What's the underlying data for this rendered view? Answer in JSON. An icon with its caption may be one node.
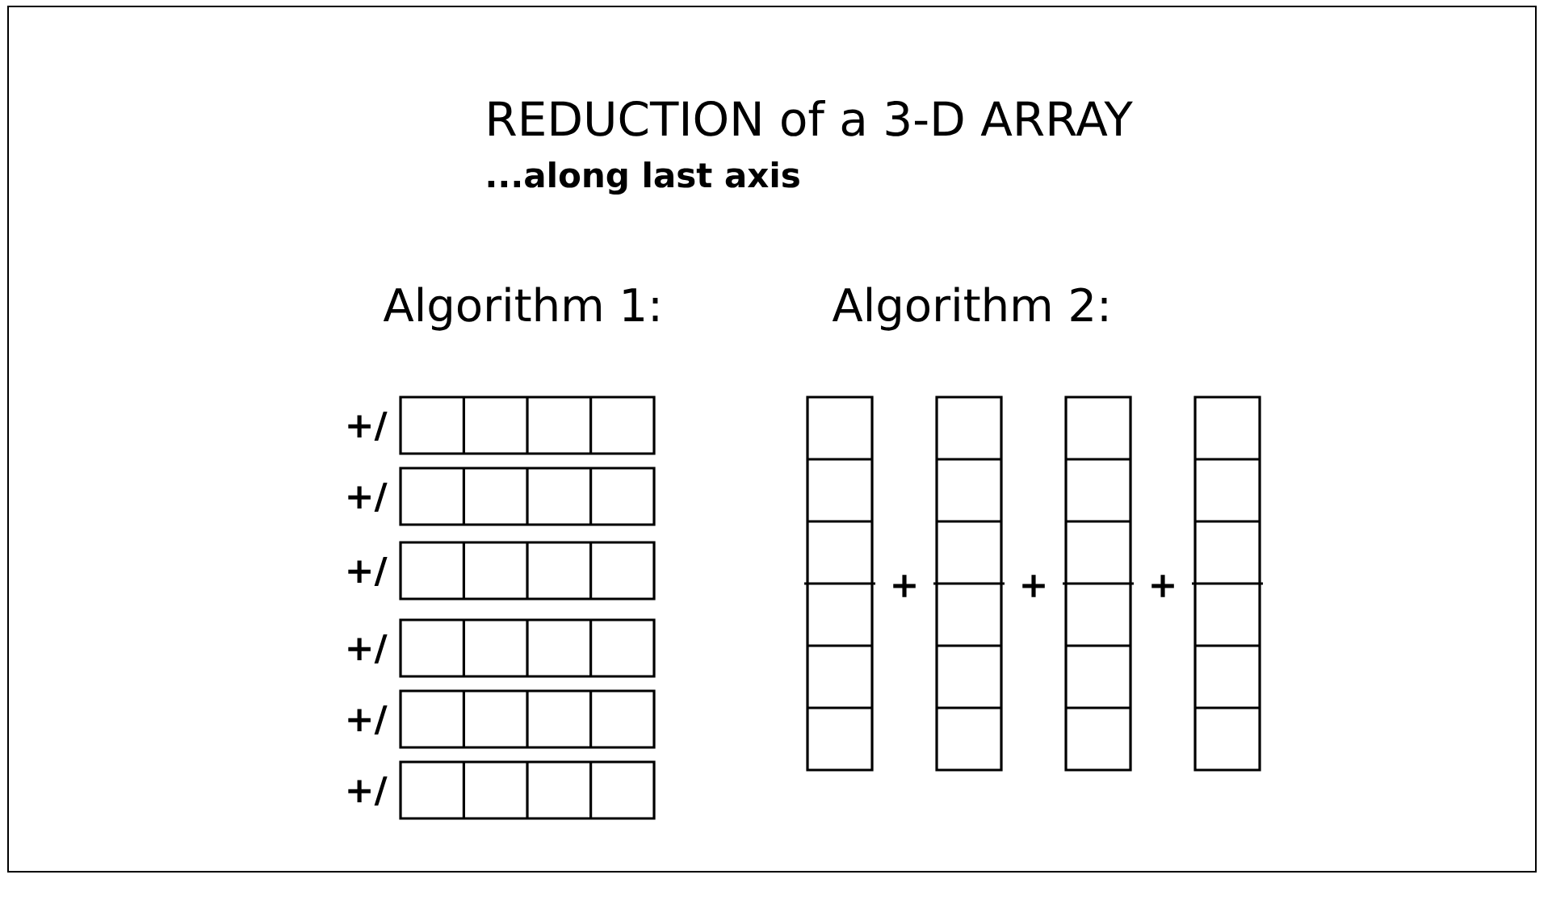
{
  "diagram": {
    "title": "REDUCTION of a 3-D ARRAY",
    "labels": [
      "...along last axis",
      "Algorithm 1:",
      "Algorithm 2:",
      "+/",
      "+/",
      "+/",
      "+/",
      "+/",
      "+/",
      "+",
      "+",
      "+"
    ]
  }
}
